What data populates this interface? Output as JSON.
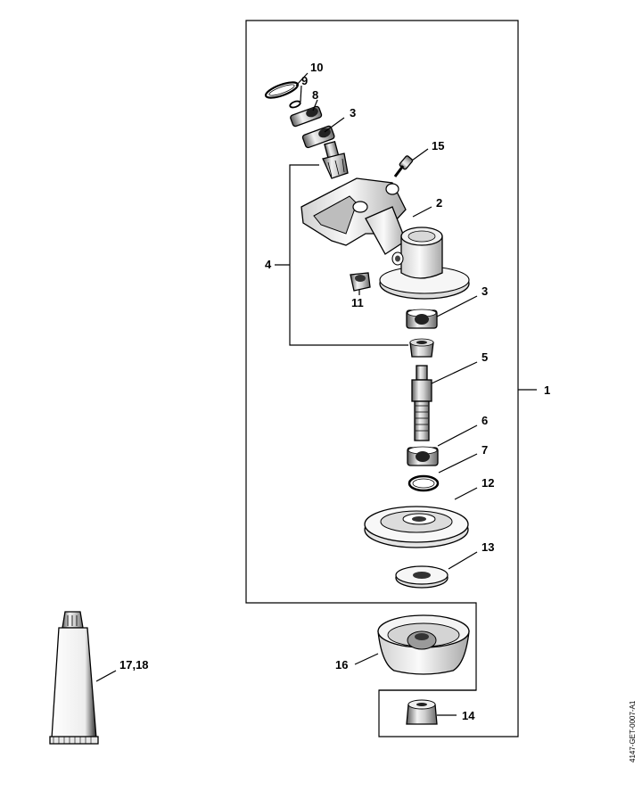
{
  "diagram": {
    "reference_code": "4147-GET-0007-A1",
    "callouts": {
      "p1": "1",
      "p2": "2",
      "p3_top": "3",
      "p3_mid": "3",
      "p4": "4",
      "p5": "5",
      "p6": "6",
      "p7": "7",
      "p8": "8",
      "p9": "9",
      "p10": "10",
      "p11": "11",
      "p12": "12",
      "p13": "13",
      "p14": "14",
      "p15": "15",
      "p16": "16",
      "p17_18": "17,18"
    }
  }
}
